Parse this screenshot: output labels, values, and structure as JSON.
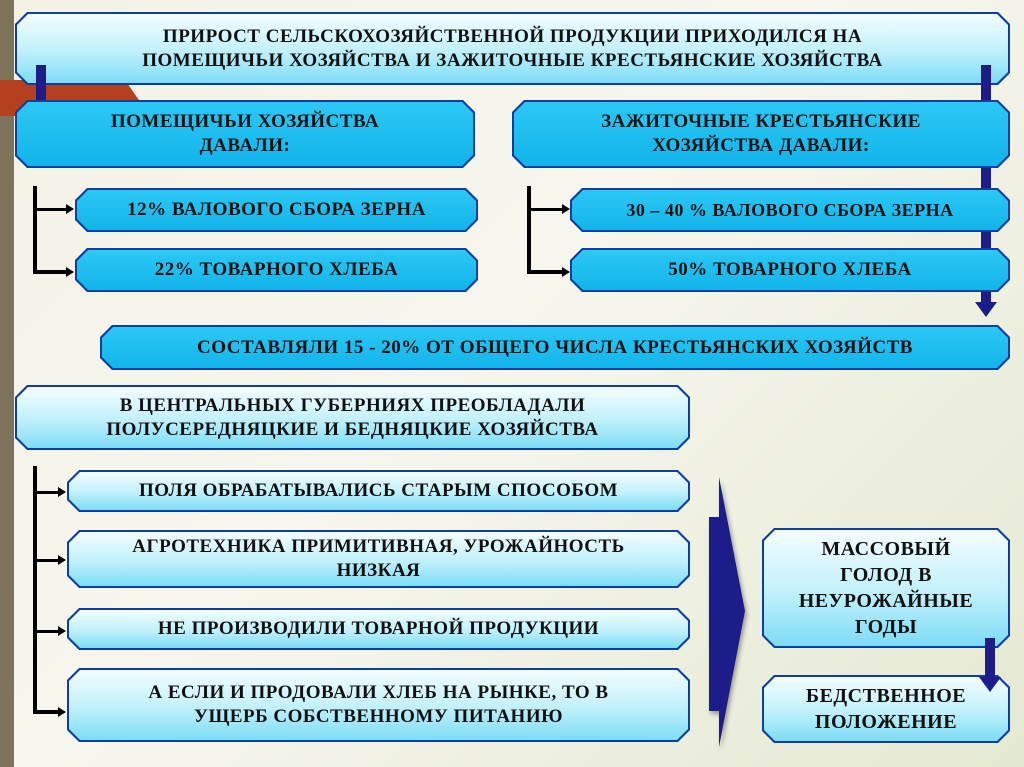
{
  "top_box": {
    "line1": "ПРИРОСТ СЕЛЬСКОХОЗЯЙСТВЕННОЙ ПРОДУКЦИИ ПРИХОДИЛСЯ НА",
    "line2": "ПОМЕЩИЧЬИ ХОЗЯЙСТВА И ЗАЖИТОЧНЫЕ КРЕСТЬЯНСКИЕ ХОЗЯЙСТВА"
  },
  "landlord": {
    "line1": "ПОМЕЩИЧЬИ ХОЗЯЙСТВА",
    "line2": "ДАВАЛИ:",
    "items": [
      "12% ВАЛОВОГО СБОРА ЗЕРНА",
      "22% ТОВАРНОГО ХЛЕБА"
    ]
  },
  "kulak": {
    "line1": "ЗАЖИТОЧНЫЕ КРЕСТЬЯНСКИЕ",
    "line2": "ХОЗЯЙСТВА ДАВАЛИ:",
    "items": [
      "30 – 40 % ВАЛОВОГО СБОРА ЗЕРНА",
      "50% ТОВАРНОГО ХЛЕБА"
    ]
  },
  "share_box": "СОСТАВЛЯЛИ 15 - 20% ОТ ОБЩЕГО ЧИСЛА КРЕСТЬЯНСКИХ ХОЗЯЙСТВ",
  "central": {
    "line1": "В ЦЕНТРАЛЬНЫХ ГУБЕРНИЯХ ПРЕОБЛАДАЛИ",
    "line2": "ПОЛУСЕРЕДНЯЦКИЕ И БЕДНЯЦКИЕ ХОЗЯЙСТВА",
    "items": [
      {
        "line1": "ПОЛЯ ОБРАБАТЫВАЛИСЬ СТАРЫМ СПОСОБОМ",
        "line2": ""
      },
      {
        "line1": "АГРОТЕХНИКА ПРИМИТИВНАЯ, УРОЖАЙНОСТЬ",
        "line2": "НИЗКАЯ"
      },
      {
        "line1": "НЕ ПРОИЗВОДИЛИ ТОВАРНОЙ ПРОДУКЦИИ",
        "line2": ""
      },
      {
        "line1": "А ЕСЛИ И ПРОДОВАЛИ ХЛЕБ НА РЫНКЕ, ТО В",
        "line2": "УЩЕРБ СОБСТВЕННОМУ ПИТАНИЮ"
      }
    ]
  },
  "famine": {
    "lines": [
      "МАССОВЫЙ",
      "ГОЛОД В",
      "НЕУРОЖАЙНЫЕ",
      "ГОДЫ"
    ]
  },
  "plight": {
    "line1": "БЕДСТВЕННОЕ",
    "line2": "ПОЛОЖЕНИЕ"
  },
  "colors": {
    "box_fill": "#12b4ea",
    "border": "#0f3f9e",
    "arrow": "#1d1d8a",
    "accent": "#b5401f"
  }
}
